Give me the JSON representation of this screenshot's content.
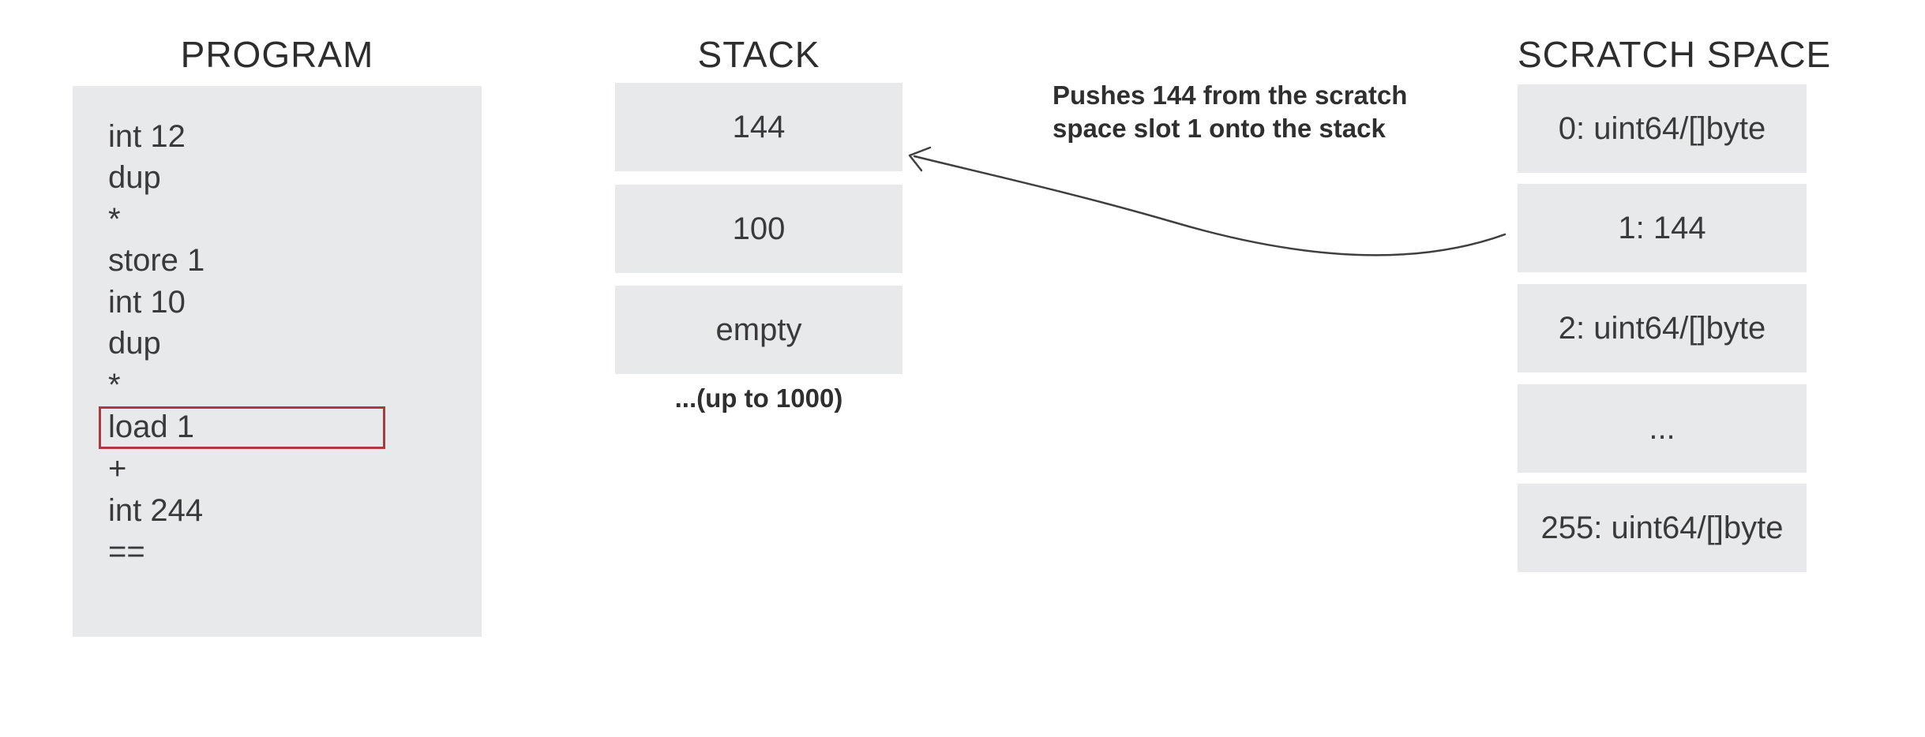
{
  "colors": {
    "background": "#ffffff",
    "box_bg": "#e8e9eb",
    "text": "#3a3a3a",
    "heading": "#2d2d2d",
    "highlight_border": "#a93b3f",
    "arrow": "#3f3f3f"
  },
  "icons": {
    "push_arrow": "curved-arrow-pointing-left"
  },
  "program": {
    "title": "PROGRAM",
    "lines": [
      "int 12",
      "dup",
      "*",
      "store 1",
      "int 10",
      "dup",
      "*",
      "load 1",
      "+",
      "int 244",
      "=="
    ],
    "highlighted_line": "load 1"
  },
  "stack": {
    "title": "STACK",
    "slots": [
      "144",
      "100",
      "empty"
    ],
    "note": "...(up to 1000)"
  },
  "annotation": {
    "line1": "Pushes 144 from the scratch",
    "line2": "space slot 1 onto the stack"
  },
  "scratch": {
    "title": "SCRATCH SPACE",
    "slots": [
      "0: uint64/[]byte",
      "1: 144",
      "2: uint64/[]byte",
      "...",
      "255: uint64/[]byte"
    ]
  }
}
